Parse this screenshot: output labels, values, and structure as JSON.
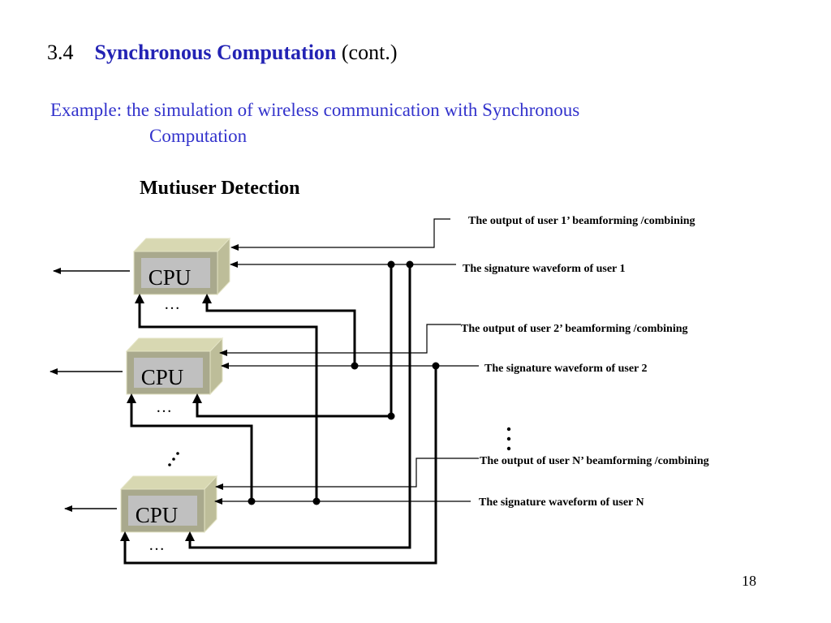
{
  "slide": {
    "section_number": "3.4",
    "title_bold": "Synchronous Computation",
    "title_suffix": "(cont.)",
    "subtitle_line1": "Example: the simulation of wireless communication with Synchronous",
    "subtitle_line2": "Computation",
    "diagram_title": "Mutiuser Detection",
    "page_number": "18"
  },
  "diagram": {
    "cpu_label": "CPU",
    "ellipsis": "…",
    "labels": {
      "output_user1": "The output of user 1’ beamforming /combining",
      "signature_user1": "The signature waveform of user 1",
      "output_user2": "The output of user 2’ beamforming /combining",
      "signature_user2": "The signature waveform of user 2",
      "output_userN": "The output of user N’ beamforming /combining",
      "signature_userN": "The signature waveform of user N"
    },
    "colors": {
      "cpu_front": "#a9a98d",
      "cpu_face": "#c0c0c0",
      "cpu_top": "#d8d8b2",
      "cpu_side": "#bdbd99",
      "cpu_edge": "#e3e3c4",
      "title_blue": "#2323b4",
      "subtitle_blue": "#3333cc"
    }
  }
}
